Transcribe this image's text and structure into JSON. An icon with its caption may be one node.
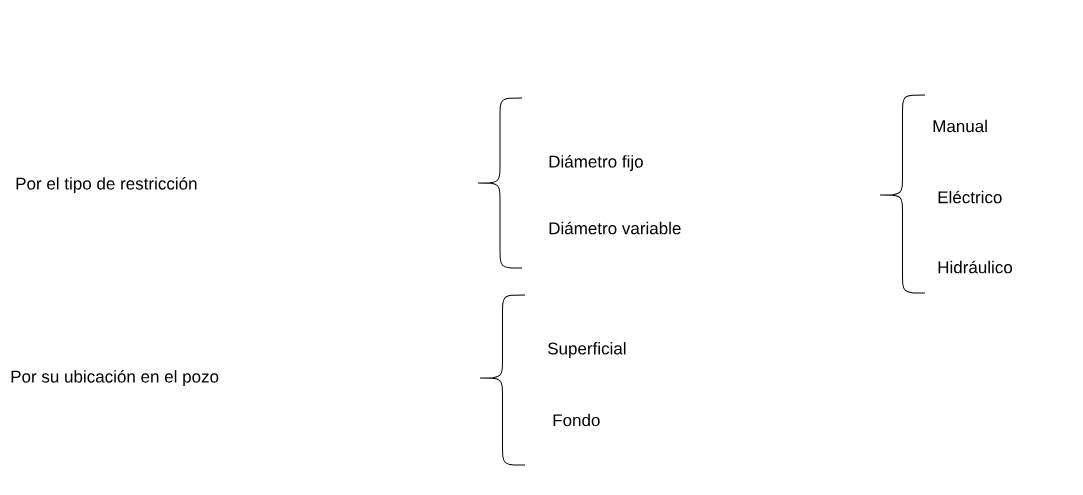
{
  "diagram": {
    "labels": [
      "Por el tipo de restricción",
      "Diámetro fijo",
      "Diámetro variable",
      "Manual",
      "Eléctrico",
      "Hidráulico",
      "Por su ubicación en el pozo",
      "Superficial",
      "Fondo"
    ]
  }
}
